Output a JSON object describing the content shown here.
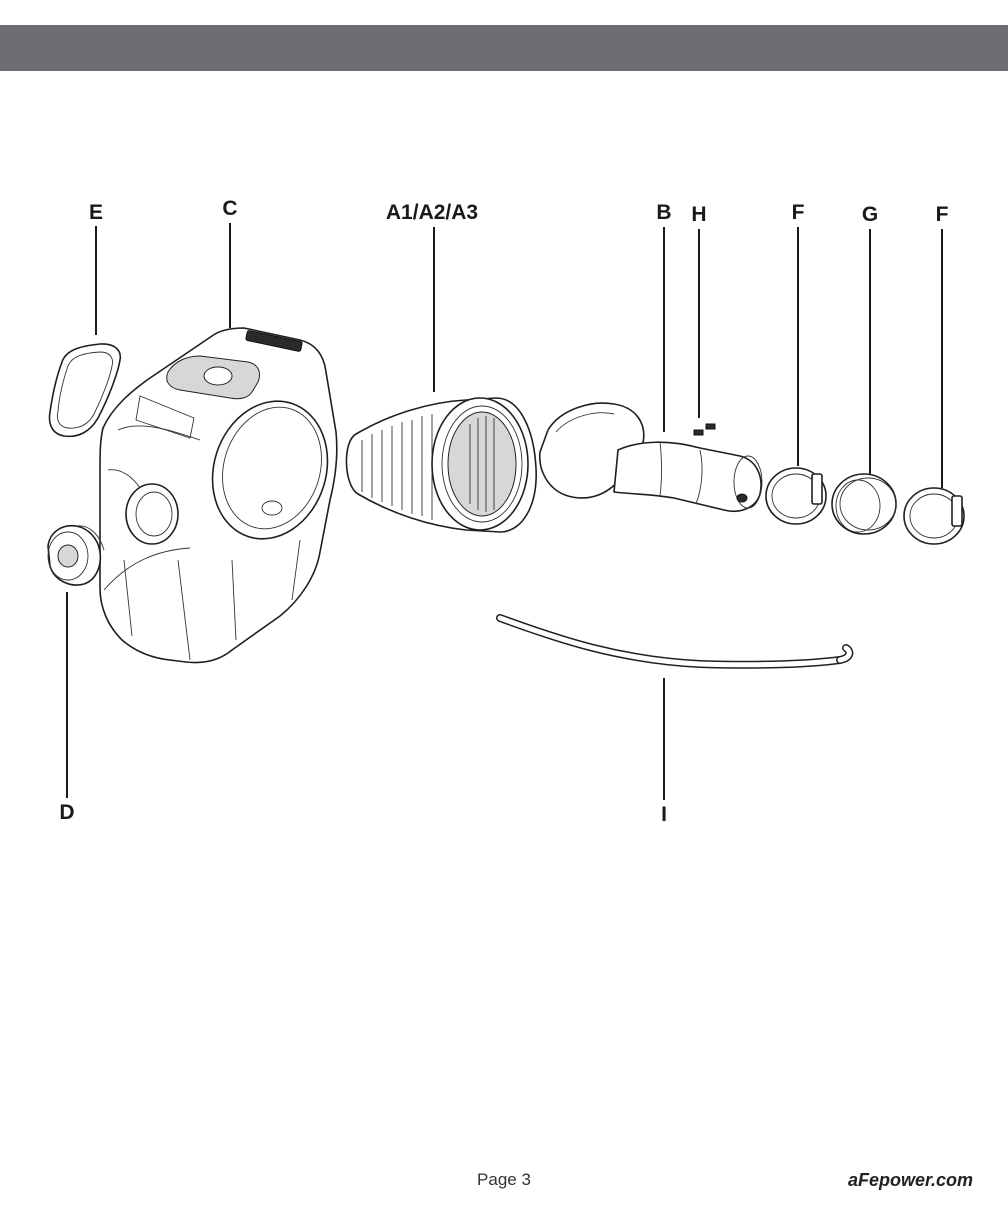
{
  "labels": {
    "e": "E",
    "c": "C",
    "a": "A1/A2/A3",
    "b": "B",
    "h": "H",
    "f1": "F",
    "g": "G",
    "f2": "F",
    "d": "D",
    "i": "I"
  },
  "footer": {
    "page": "Page 3",
    "site": "aFepower.com"
  },
  "colors": {
    "header_bar": "#6d6e71",
    "line": "#1f1f1f"
  }
}
